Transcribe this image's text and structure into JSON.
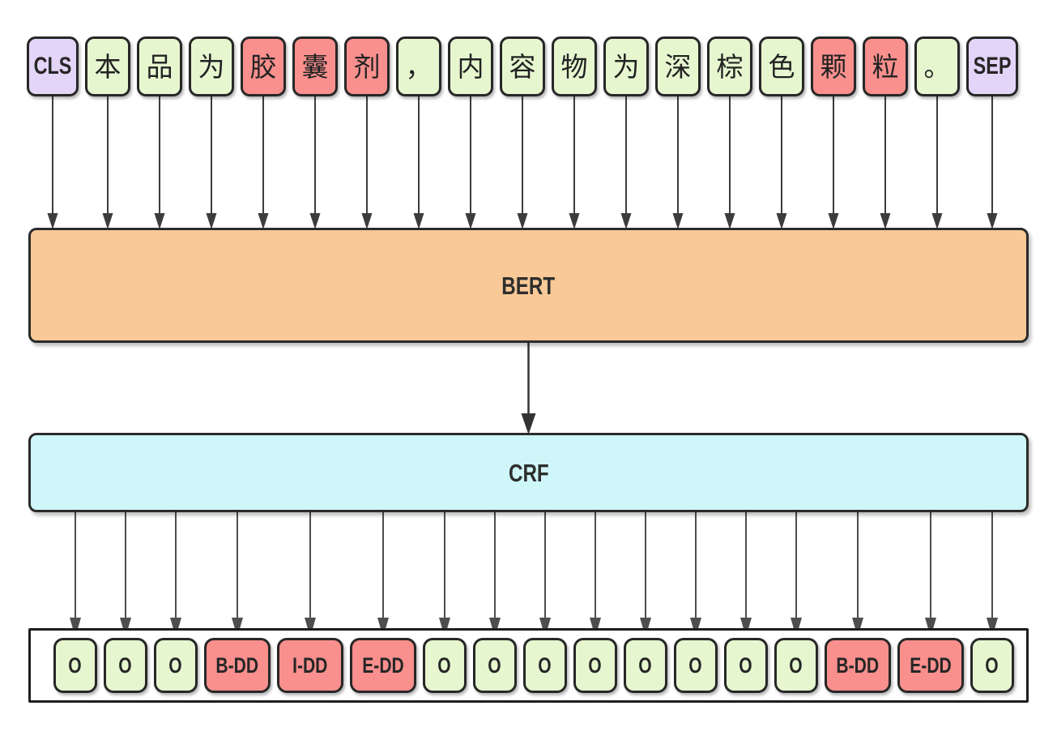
{
  "colors": {
    "token_plain": "#e6f7d0",
    "token_entity": "#f9908e",
    "token_special": "#e3d5f8",
    "bert_fill": "#f9c997",
    "crf_fill": "#cff7f9",
    "box_border": "#272727",
    "token_arrow": "#3c3c3c",
    "bert_arrow": "#333333",
    "crf_arrow": "#4e4e4e",
    "text": "#262626"
  },
  "token_row": {
    "tokens": [
      {
        "text": "CLS",
        "type": "special",
        "script": "latin"
      },
      {
        "text": "本",
        "type": "plain",
        "script": "cjk"
      },
      {
        "text": "品",
        "type": "plain",
        "script": "cjk"
      },
      {
        "text": "为",
        "type": "plain",
        "script": "cjk"
      },
      {
        "text": "胶",
        "type": "entity",
        "script": "cjk"
      },
      {
        "text": "囊",
        "type": "entity",
        "script": "cjk"
      },
      {
        "text": "剂",
        "type": "entity",
        "script": "cjk"
      },
      {
        "text": "，",
        "type": "plain",
        "script": "cjk"
      },
      {
        "text": "内",
        "type": "plain",
        "script": "cjk"
      },
      {
        "text": "容",
        "type": "plain",
        "script": "cjk"
      },
      {
        "text": "物",
        "type": "plain",
        "script": "cjk"
      },
      {
        "text": "为",
        "type": "plain",
        "script": "cjk"
      },
      {
        "text": "深",
        "type": "plain",
        "script": "cjk"
      },
      {
        "text": "棕",
        "type": "plain",
        "script": "cjk"
      },
      {
        "text": "色",
        "type": "plain",
        "script": "cjk"
      },
      {
        "text": "颗",
        "type": "entity",
        "script": "cjk"
      },
      {
        "text": "粒",
        "type": "entity",
        "script": "cjk"
      },
      {
        "text": "。",
        "type": "plain",
        "script": "cjk"
      },
      {
        "text": "SEP",
        "type": "special",
        "script": "latin"
      }
    ]
  },
  "bert": {
    "label": "BERT"
  },
  "crf": {
    "label": "CRF"
  },
  "output_row": {
    "labels": [
      {
        "text": "O",
        "type": "o"
      },
      {
        "text": "O",
        "type": "o"
      },
      {
        "text": "O",
        "type": "o"
      },
      {
        "text": "B-DD",
        "type": "dd"
      },
      {
        "text": "I-DD",
        "type": "dd"
      },
      {
        "text": "E-DD",
        "type": "dd"
      },
      {
        "text": "O",
        "type": "o"
      },
      {
        "text": "O",
        "type": "o"
      },
      {
        "text": "O",
        "type": "o"
      },
      {
        "text": "O",
        "type": "o"
      },
      {
        "text": "O",
        "type": "o"
      },
      {
        "text": "O",
        "type": "o"
      },
      {
        "text": "O",
        "type": "o"
      },
      {
        "text": "O",
        "type": "o"
      },
      {
        "text": "B-DD",
        "type": "dd"
      },
      {
        "text": "E-DD",
        "type": "dd"
      },
      {
        "text": "O",
        "type": "o"
      }
    ]
  }
}
